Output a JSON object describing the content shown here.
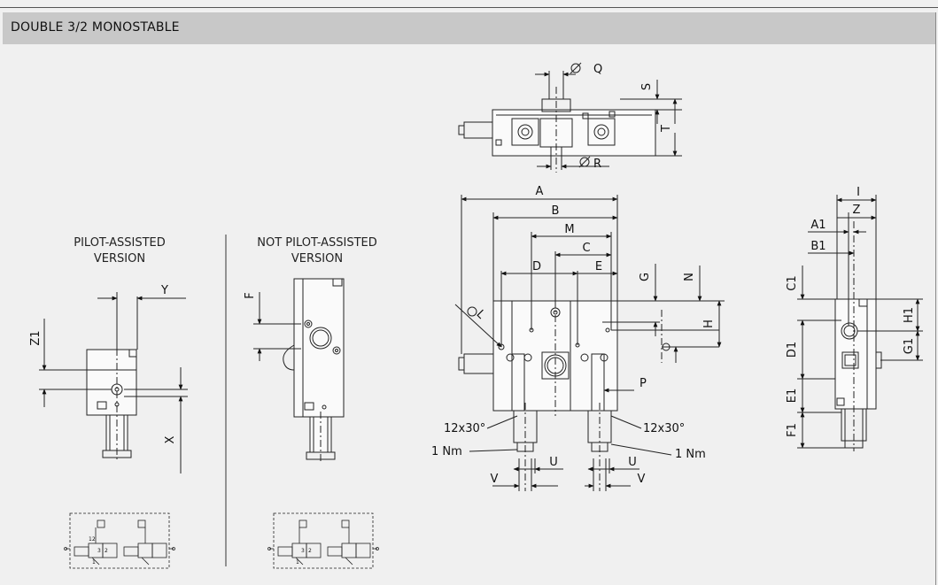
{
  "header": {
    "title": "DOUBLE 3/2 MONOSTABLE"
  },
  "captions": {
    "pilot_line1": "PILOT-ASSISTED",
    "pilot_line2": "VERSION",
    "notpilot_line1": "NOT PILOT-ASSISTED",
    "notpilot_line2": "VERSION"
  },
  "dims": {
    "Y": "Y",
    "Z1": "Z1",
    "X": "X",
    "F": "F",
    "Q": "Q",
    "R": "R",
    "S": "S",
    "T": "T",
    "A": "A",
    "B": "B",
    "M": "M",
    "C": "C",
    "D": "D",
    "E": "E",
    "G": "G",
    "N": "N",
    "H": "H",
    "L": "L",
    "P": "P",
    "U": "U",
    "V": "V",
    "I": "I",
    "Z": "Z",
    "A1": "A1",
    "B1": "B1",
    "C1": "C1",
    "D1": "D1",
    "E1": "E1",
    "F1": "F1",
    "H1": "H1",
    "G1": "G1"
  },
  "notes": {
    "angle_left": "12x30°",
    "angle_right": "12x30°",
    "torque_left": "1 Nm",
    "torque_right": "1 Nm"
  },
  "schematic": {
    "port_1": "1",
    "port_2": "2",
    "port_3": "3",
    "port_12": "12"
  }
}
